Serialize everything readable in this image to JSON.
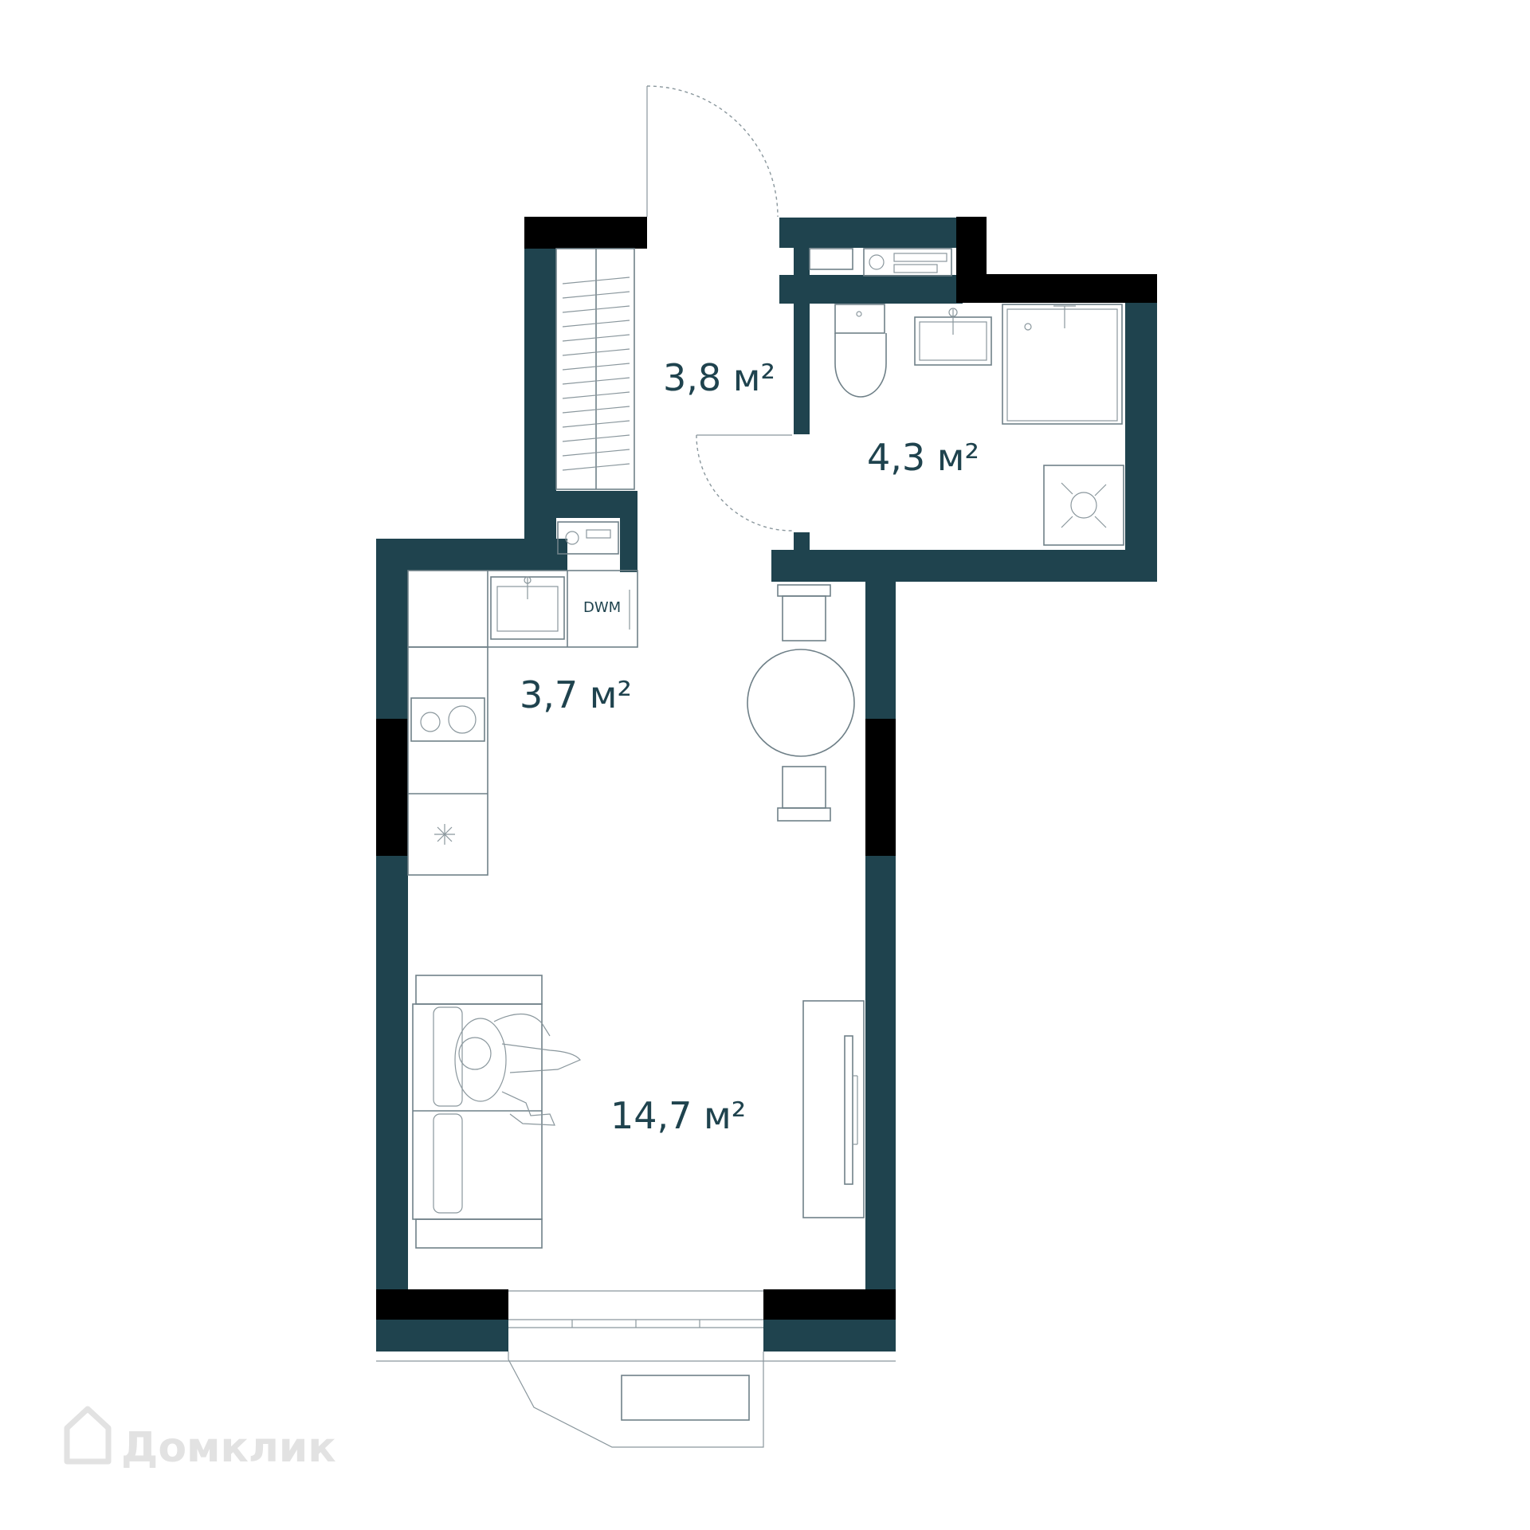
{
  "rooms": {
    "hallway": {
      "area": "3,8 м²"
    },
    "bathroom": {
      "area": "4,3 м²"
    },
    "kitchen": {
      "area": "3,7 м²"
    },
    "living": {
      "area": "14,7 м²"
    }
  },
  "fixtures": {
    "dishwasher_label": "DWM"
  },
  "watermark": {
    "text": "Домклик"
  },
  "colors": {
    "wall": "#1f434e",
    "window_wall": "#000000",
    "fixture_line": "#6f8088",
    "watermark": "#e2e2e2"
  }
}
